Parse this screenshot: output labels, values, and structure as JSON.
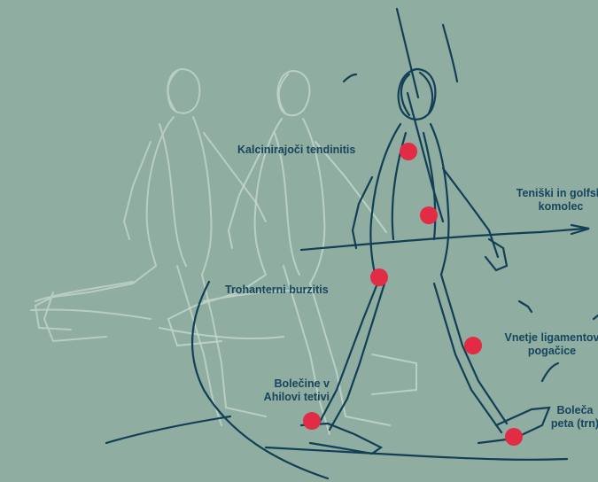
{
  "colors": {
    "background": "#8fada0",
    "faded_figure": "#c8d8cf",
    "main_figure": "#123f55",
    "marker": "#e22b45",
    "label_text": "#17455e"
  },
  "labels": {
    "calcific_tendinitis": "Kalcinirajoči tendinitis",
    "tennis_golf_elbow_line1": "Teniški in golfski",
    "tennis_golf_elbow_line2": "komolec",
    "trochanteric_bursitis": "Trohanterni burzitis",
    "knee_ligament_line1": "Vnetje ligamentov",
    "knee_ligament_line2": "pogačice",
    "achilles_line1": "Bolečine v",
    "achilles_line2": "Ahilovi tetivi",
    "heel_line1": "Boleča",
    "heel_line2": "peta (trn)"
  }
}
